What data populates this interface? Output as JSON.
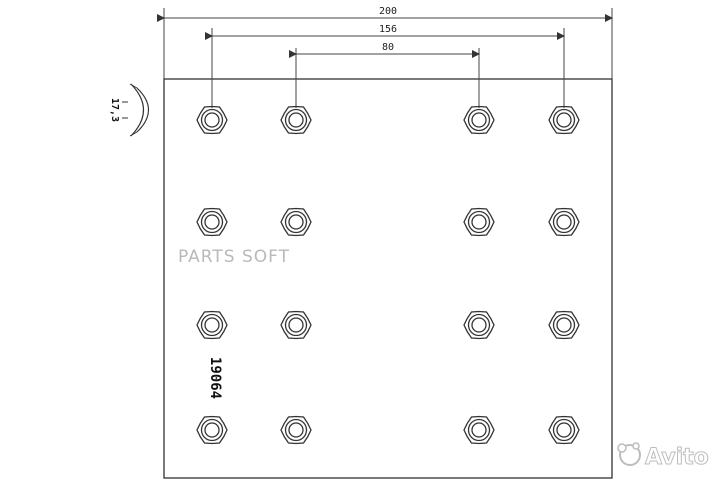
{
  "dimensions": {
    "overall": "200",
    "outer_holes": "156",
    "inner_holes": "80"
  },
  "thickness_label": "17,3",
  "part_number": "19064",
  "watermark_text": "PARTS SOFT",
  "avito_label": "Avito",
  "colors": {
    "line": "#333333",
    "watermark": "#b9b9b9"
  },
  "rivet_grid": {
    "columns": 4,
    "rows": 4
  }
}
